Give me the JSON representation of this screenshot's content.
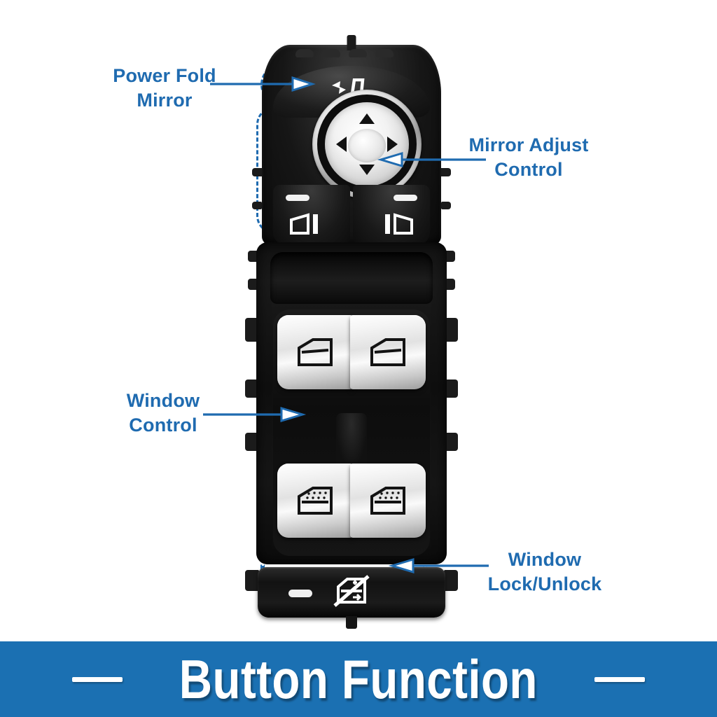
{
  "page": {
    "background_color": "#ffffff",
    "accent_blue": "#1f6bb0",
    "banner_blue": "#1b70b2"
  },
  "banner": {
    "title": "Button Function",
    "left_dash": "",
    "right_dash": ""
  },
  "callouts": [
    {
      "id": "power-fold-mirror",
      "label": "Power Fold\nMirror",
      "side": "left",
      "target": "power-fold-mirror-button"
    },
    {
      "id": "mirror-adjust-control",
      "label": "Mirror Adjust\nControl",
      "side": "right",
      "target": "mirror-adjust-joystick"
    },
    {
      "id": "window-control",
      "label": "Window\nControl",
      "side": "left",
      "target": "window-control-block"
    },
    {
      "id": "window-lock-unlock",
      "label": "Window\nLock/Unlock",
      "side": "right",
      "target": "window-lock-button"
    }
  ],
  "device": {
    "name": "Driver side master window / mirror switch",
    "color": "#121212",
    "regions": [
      {
        "id": "region-power-fold",
        "style": "dashed-rounded"
      },
      {
        "id": "region-mirror-adjust",
        "style": "dashed-rounded"
      },
      {
        "id": "region-window",
        "style": "dashed-rounded-white-core"
      },
      {
        "id": "region-lock",
        "style": "dashed-rounded-white-core"
      }
    ],
    "buttons": [
      {
        "id": "power-fold-mirror-button",
        "icon": "mirror-fold-icon",
        "finish": "black"
      },
      {
        "id": "mirror-adjust-joystick",
        "icon": "four-way-arrow-icon",
        "finish": "chrome"
      },
      {
        "id": "mirror-select-left",
        "icon": "mirror-left-icon",
        "finish": "black"
      },
      {
        "id": "mirror-select-right",
        "icon": "mirror-right-icon",
        "finish": "black"
      },
      {
        "id": "window-front-left",
        "icon": "window-front-icon",
        "finish": "chrome"
      },
      {
        "id": "window-front-right",
        "icon": "window-front-icon",
        "finish": "chrome"
      },
      {
        "id": "window-rear-left",
        "icon": "window-rear-icon",
        "finish": "chrome"
      },
      {
        "id": "window-rear-right",
        "icon": "window-rear-icon",
        "finish": "chrome"
      },
      {
        "id": "window-lock-button",
        "icon": "window-lock-icon",
        "finish": "black"
      }
    ]
  }
}
